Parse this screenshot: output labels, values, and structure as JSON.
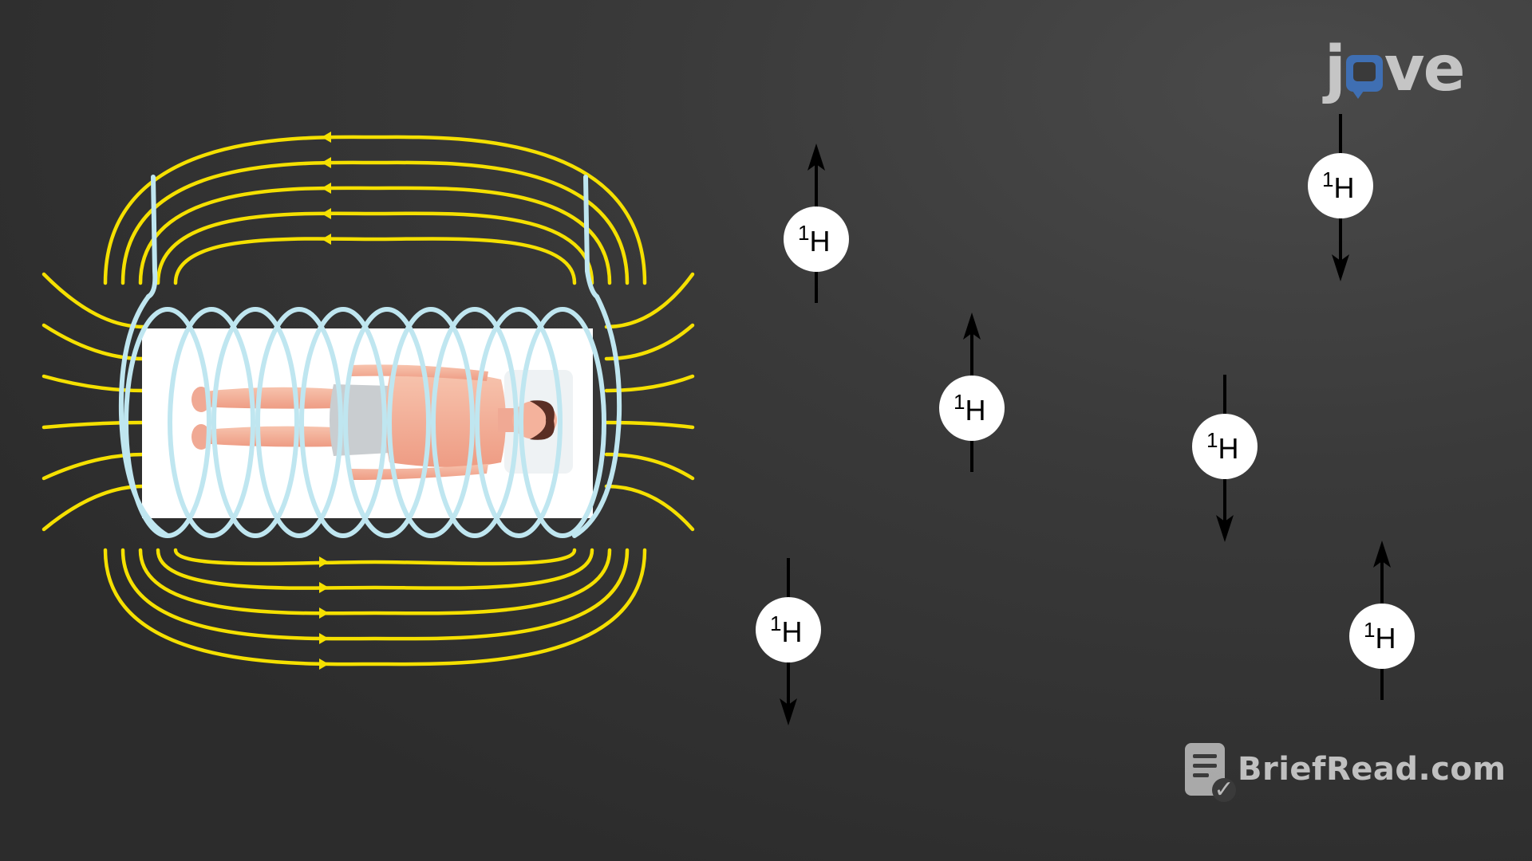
{
  "proton_symbol": {
    "mass_number": "1",
    "element": "H"
  },
  "protons": [
    {
      "spin": "up"
    },
    {
      "spin": "down"
    },
    {
      "spin": "up"
    },
    {
      "spin": "down"
    },
    {
      "spin": "down"
    },
    {
      "spin": "up"
    }
  ],
  "watermarks": {
    "top_right": "jove",
    "bottom_right": "BriefRead.com"
  },
  "colors": {
    "background": "#333333",
    "field_lines": "#f5e000",
    "coil": "#bfe6f0",
    "proton_fill": "#ffffff",
    "arrow": "#000000"
  }
}
